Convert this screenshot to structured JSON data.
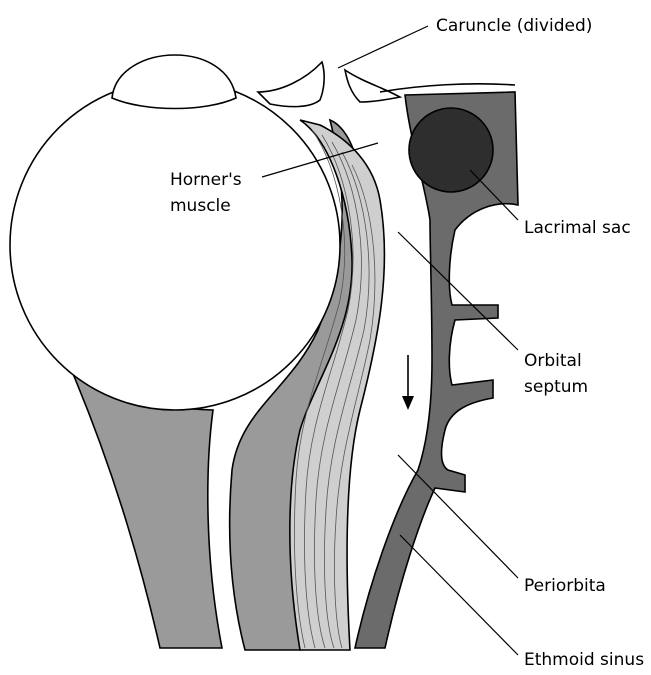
{
  "labels": {
    "caruncle": "Caruncle (divided)",
    "horners_line1": "Horner's",
    "horners_line2": "muscle",
    "lacrimal_sac": "Lacrimal sac",
    "orbital_line1": "Orbital",
    "orbital_line2": "septum",
    "periorbita": "Periorbita",
    "ethmoid_sinus": "Ethmoid sinus"
  },
  "colors": {
    "dark_gray": "#6b6b6b",
    "mid_gray": "#9a9a9a",
    "light_gray": "#cfcfcf",
    "sac_fill": "#2e2e2e",
    "outline": "#000000",
    "background": "#ffffff"
  }
}
